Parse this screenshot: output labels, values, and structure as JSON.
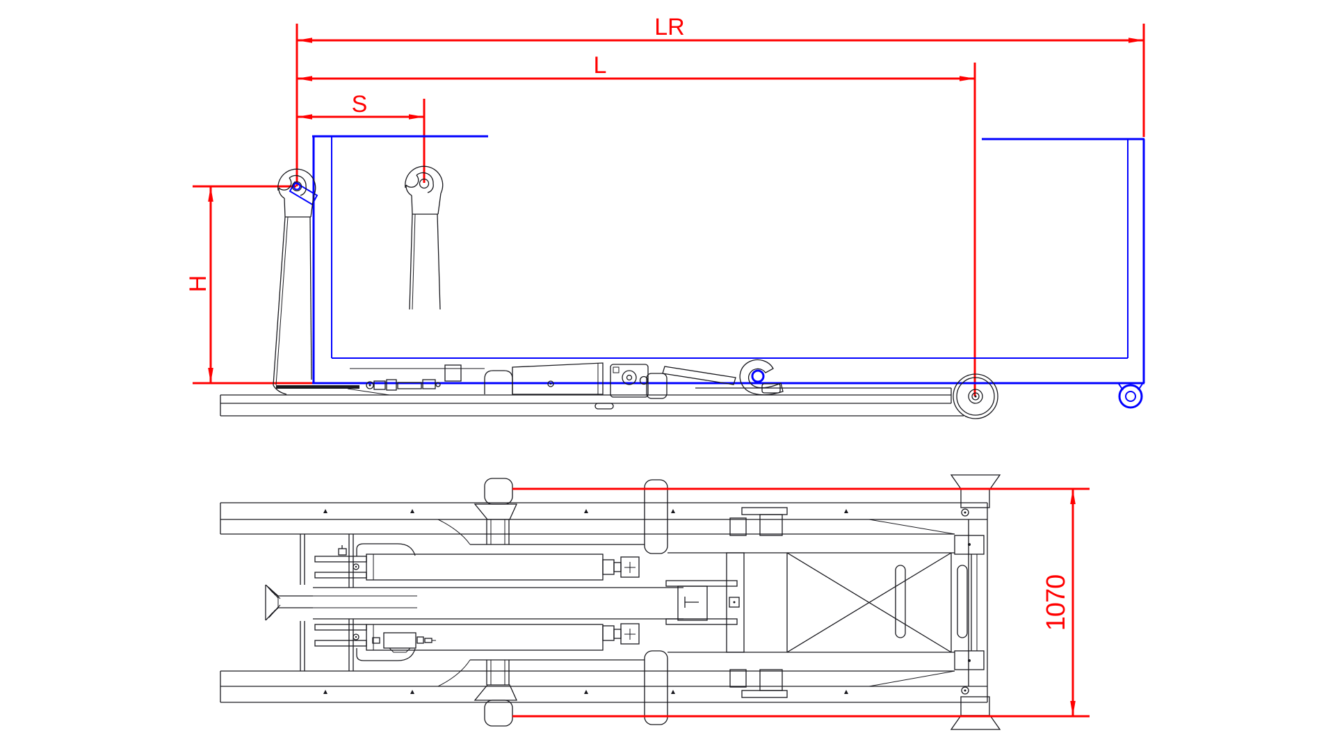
{
  "colors": {
    "dimension": "#ff0000",
    "container": "#0000ff",
    "linework": "#17171c",
    "background": "#ffffff"
  },
  "dimensions": {
    "lr": "LR",
    "l": "L",
    "s": "S",
    "h": "H",
    "width": "1070"
  }
}
